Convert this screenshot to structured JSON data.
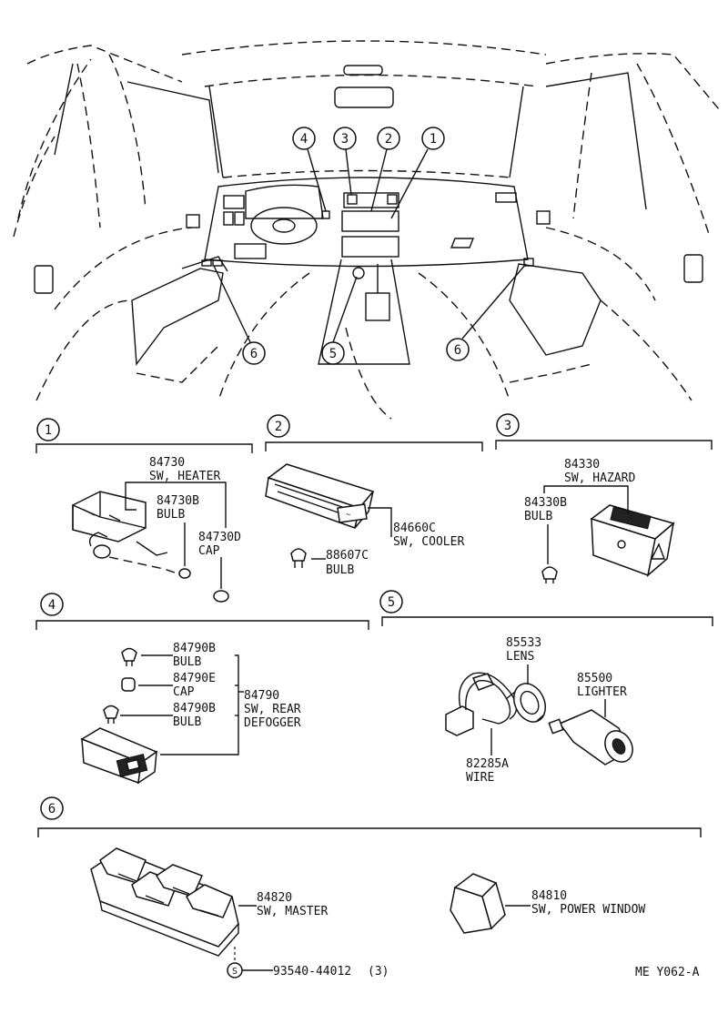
{
  "callouts": [
    "1",
    "2",
    "3",
    "4",
    "5",
    "6"
  ],
  "groups": {
    "g1": {
      "number": "1",
      "parts": [
        {
          "code": "84730",
          "name": "SW, HEATER"
        },
        {
          "code": "84730B",
          "name": "BULB"
        },
        {
          "code": "84730D",
          "name": "CAP"
        }
      ]
    },
    "g2": {
      "number": "2",
      "parts": [
        {
          "code": "84660C",
          "name": "SW, COOLER"
        },
        {
          "code": "88607C",
          "name": "BULB"
        }
      ]
    },
    "g3": {
      "number": "3",
      "parts": [
        {
          "code": "84330",
          "name": "SW, HAZARD"
        },
        {
          "code": "84330B",
          "name": "BULB"
        }
      ]
    },
    "g4": {
      "number": "4",
      "parts": [
        {
          "code": "84790B",
          "name": "BULB"
        },
        {
          "code": "84790E",
          "name": "CAP"
        },
        {
          "code": "84790B",
          "name": "BULB"
        },
        {
          "code": "84790",
          "name_lines": [
            "SW, REAR",
            "DEFOGGER"
          ]
        }
      ]
    },
    "g5": {
      "number": "5",
      "parts": [
        {
          "code": "85533",
          "name": "LENS"
        },
        {
          "code": "85500",
          "name": "LIGHTER"
        },
        {
          "code": "82285A",
          "name": "WIRE"
        }
      ]
    },
    "g6": {
      "number": "6",
      "parts": [
        {
          "code": "84820",
          "name": "SW, MASTER"
        },
        {
          "code": "84810",
          "name": "SW, POWER WINDOW"
        }
      ],
      "screw_marker": "S",
      "screw_code": "93540-44012",
      "screw_qty": "(3)"
    }
  },
  "figure_id": "ME Y062-A"
}
